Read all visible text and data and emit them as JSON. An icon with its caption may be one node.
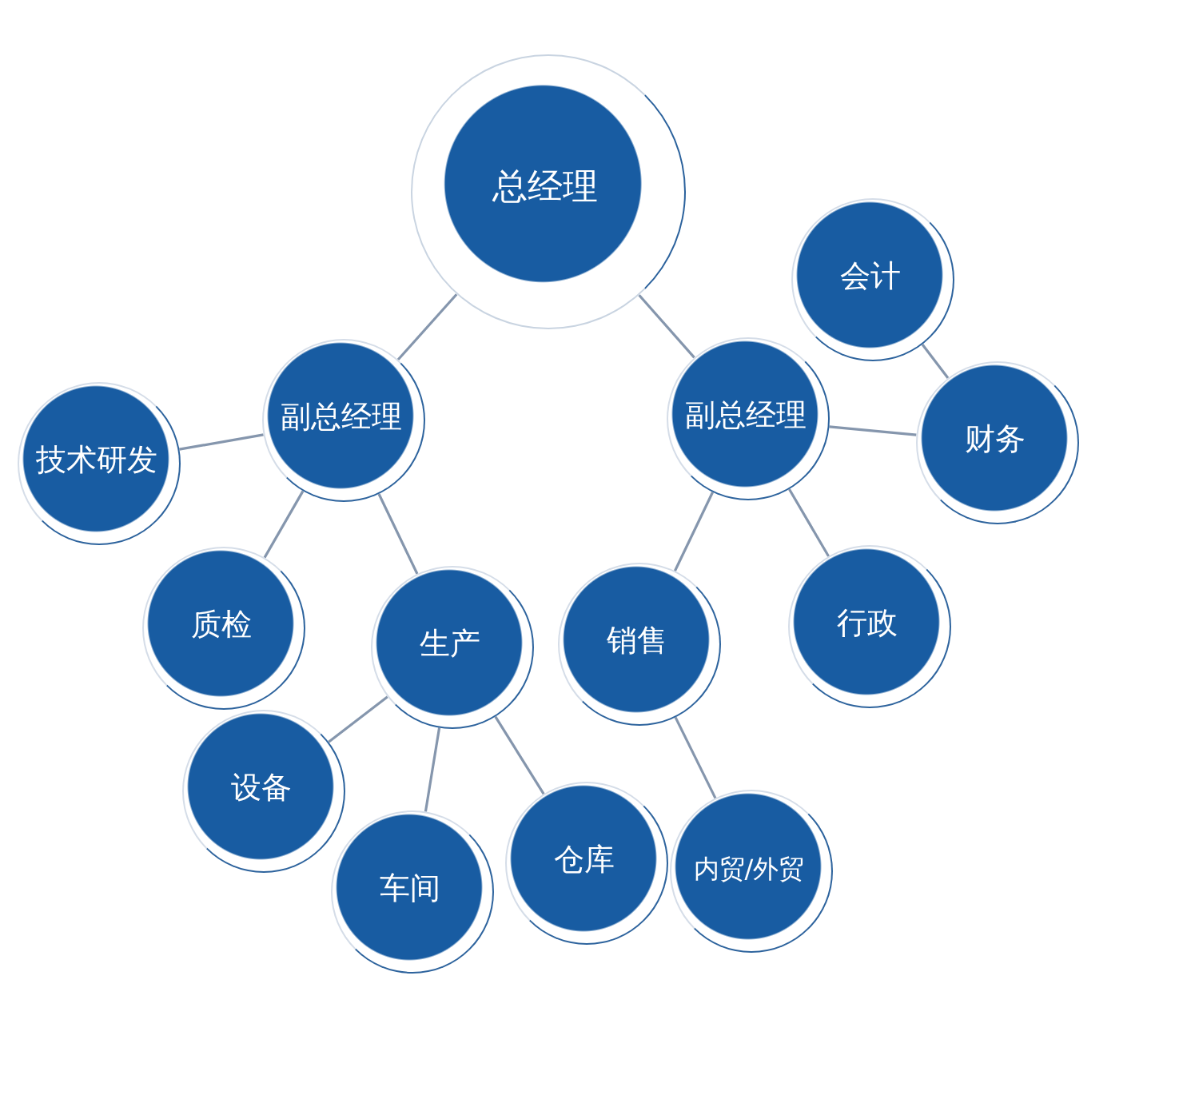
{
  "diagram": {
    "nodes": [
      {
        "text": [
          "总经理"
        ]
      },
      {
        "text": [
          "会计"
        ]
      },
      {
        "text": [
          "副总经理"
        ]
      },
      {
        "text": [
          "副总经理"
        ]
      },
      {
        "text": [
          "技术研发"
        ]
      },
      {
        "text": [
          "财务"
        ]
      },
      {
        "text": [
          "质检"
        ]
      },
      {
        "text": [
          "生产"
        ]
      },
      {
        "text": [
          "销售"
        ]
      },
      {
        "text": [
          "行政"
        ]
      },
      {
        "text": [
          "设备"
        ]
      },
      {
        "text": [
          "车间"
        ]
      },
      {
        "text": [
          "仓库"
        ]
      },
      {
        "text": [
          "内贸/外贸"
        ]
      }
    ],
    "edges": [
      {
        "from": 0,
        "to": 2,
        "arrow": "none"
      },
      {
        "from": 0,
        "to": 3,
        "arrow": "none"
      },
      {
        "from": 2,
        "to": 4,
        "arrow": "none"
      },
      {
        "from": 2,
        "to": 6,
        "arrow": "none"
      },
      {
        "from": 2,
        "to": 7,
        "arrow": "none"
      },
      {
        "from": 3,
        "to": 5,
        "arrow": "none"
      },
      {
        "from": 5,
        "to": 1,
        "arrow": "none"
      },
      {
        "from": 3,
        "to": 8,
        "arrow": "none"
      },
      {
        "from": 3,
        "to": 9,
        "arrow": "none"
      },
      {
        "from": 7,
        "to": 10,
        "arrow": "none"
      },
      {
        "from": 7,
        "to": 11,
        "arrow": "none"
      },
      {
        "from": 7,
        "to": 12,
        "arrow": "none"
      },
      {
        "from": 8,
        "to": 13,
        "arrow": "none"
      }
    ]
  }
}
